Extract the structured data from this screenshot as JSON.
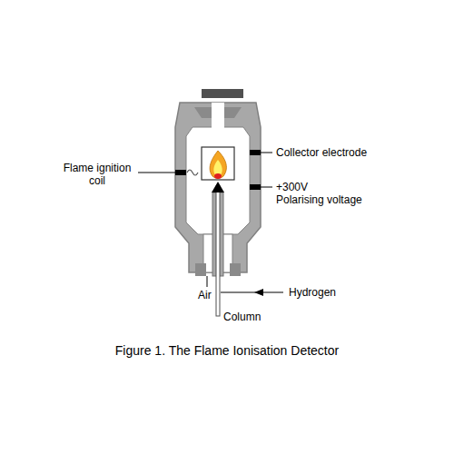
{
  "diagram": {
    "caption": "Figure 1. The Flame Ionisation Detector",
    "labels": [
      "Flame ignition coil",
      "Collector electrode",
      "+300V",
      "Polarising voltage",
      "Air",
      "Hydrogen",
      "Column"
    ]
  }
}
